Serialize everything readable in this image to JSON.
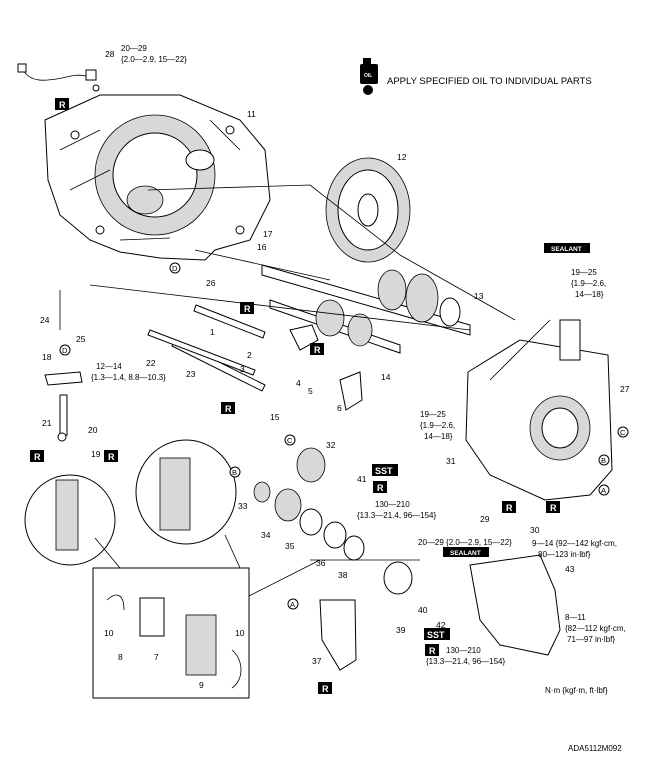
{
  "header": {
    "oil_icon_text": "OIL",
    "oil_note": "APPLY SPECIFIED OIL TO INDIVIDUAL PARTS"
  },
  "badges": {
    "r": "R",
    "sst": "SST",
    "sealant": "SEALANT"
  },
  "callouts": {
    "c1": "1",
    "c2": "2",
    "c3": "3",
    "c4": "4",
    "c5": "5",
    "c6": "6",
    "c7": "7",
    "c8": "8",
    "c9": "9",
    "c10a": "10",
    "c10b": "10",
    "c11": "11",
    "c12": "12",
    "c13": "13",
    "c14": "14",
    "c15": "15",
    "c16": "16",
    "c17": "17",
    "c18": "18",
    "c19": "19",
    "c20": "20",
    "c21": "21",
    "c22": "22",
    "c23": "23",
    "c24": "24",
    "c25": "25",
    "c26": "26",
    "c27": "27",
    "c28": "28",
    "c29": "29",
    "c30": "30",
    "c31": "31",
    "c32": "32",
    "c33": "33",
    "c34": "34",
    "c35": "35",
    "c36": "36",
    "c37": "37",
    "c38": "38",
    "c39": "39",
    "c40": "40",
    "c41": "41",
    "c42": "42",
    "c43": "43"
  },
  "refs": {
    "a": "A",
    "b": "B",
    "c": "C",
    "d": "D"
  },
  "torque_specs": {
    "t28_a": "20—29",
    "t28_b": "{2.0—2.9, 15—22}",
    "t22_a": "12—14",
    "t22_b": "{1.3—1.4, 8.8—10.3}",
    "t27_a": "19—25",
    "t27_b": "{1.9—2.6,",
    "t27_c": "14—18}",
    "t31_a": "19—25",
    "t31_b": "{1.9—2.6,",
    "t31_c": "14—18}",
    "t41_a": "130—210",
    "t41_b": "{13.3—21.4, 96—154}",
    "t29": "20—29 {2.0—2.9, 15—22}",
    "t30_a": "9—14 {92—142 kgf·cm,",
    "t30_b": "80—123 in·lbf}",
    "t43_a": "8—11",
    "t43_b": "{82—112 kgf·cm,",
    "t43_c": "71—97 in·lbf}",
    "t42_a": "130—210",
    "t42_b": "{13.3—21.4, 96—154}"
  },
  "unit_note": "N·m {kgf·m, ft·lbf}",
  "figure_code": "ADA5112M092"
}
